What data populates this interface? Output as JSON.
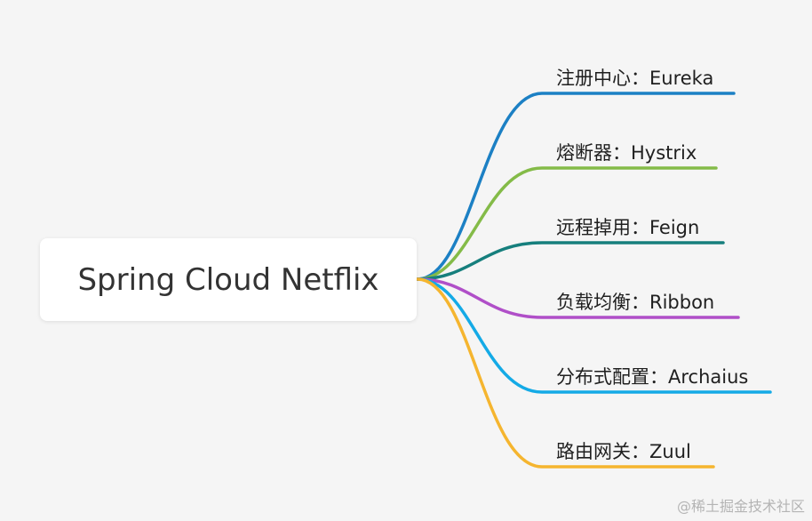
{
  "root": {
    "label": "Spring Cloud Netflix"
  },
  "branches": [
    {
      "label": "注册中心：Eureka",
      "color": "#1c80c4"
    },
    {
      "label": "熔断器：Hystrix",
      "color": "#84bb48"
    },
    {
      "label": "远程掉用：Feign",
      "color": "#167f7d"
    },
    {
      "label": "负载均衡：Ribbon",
      "color": "#b04fc8"
    },
    {
      "label": "分布式配置：Archaius",
      "color": "#14aae6"
    },
    {
      "label": "路由网关：Zuul",
      "color": "#f5b52f"
    }
  ],
  "watermark": "@稀土掘金技术社区"
}
